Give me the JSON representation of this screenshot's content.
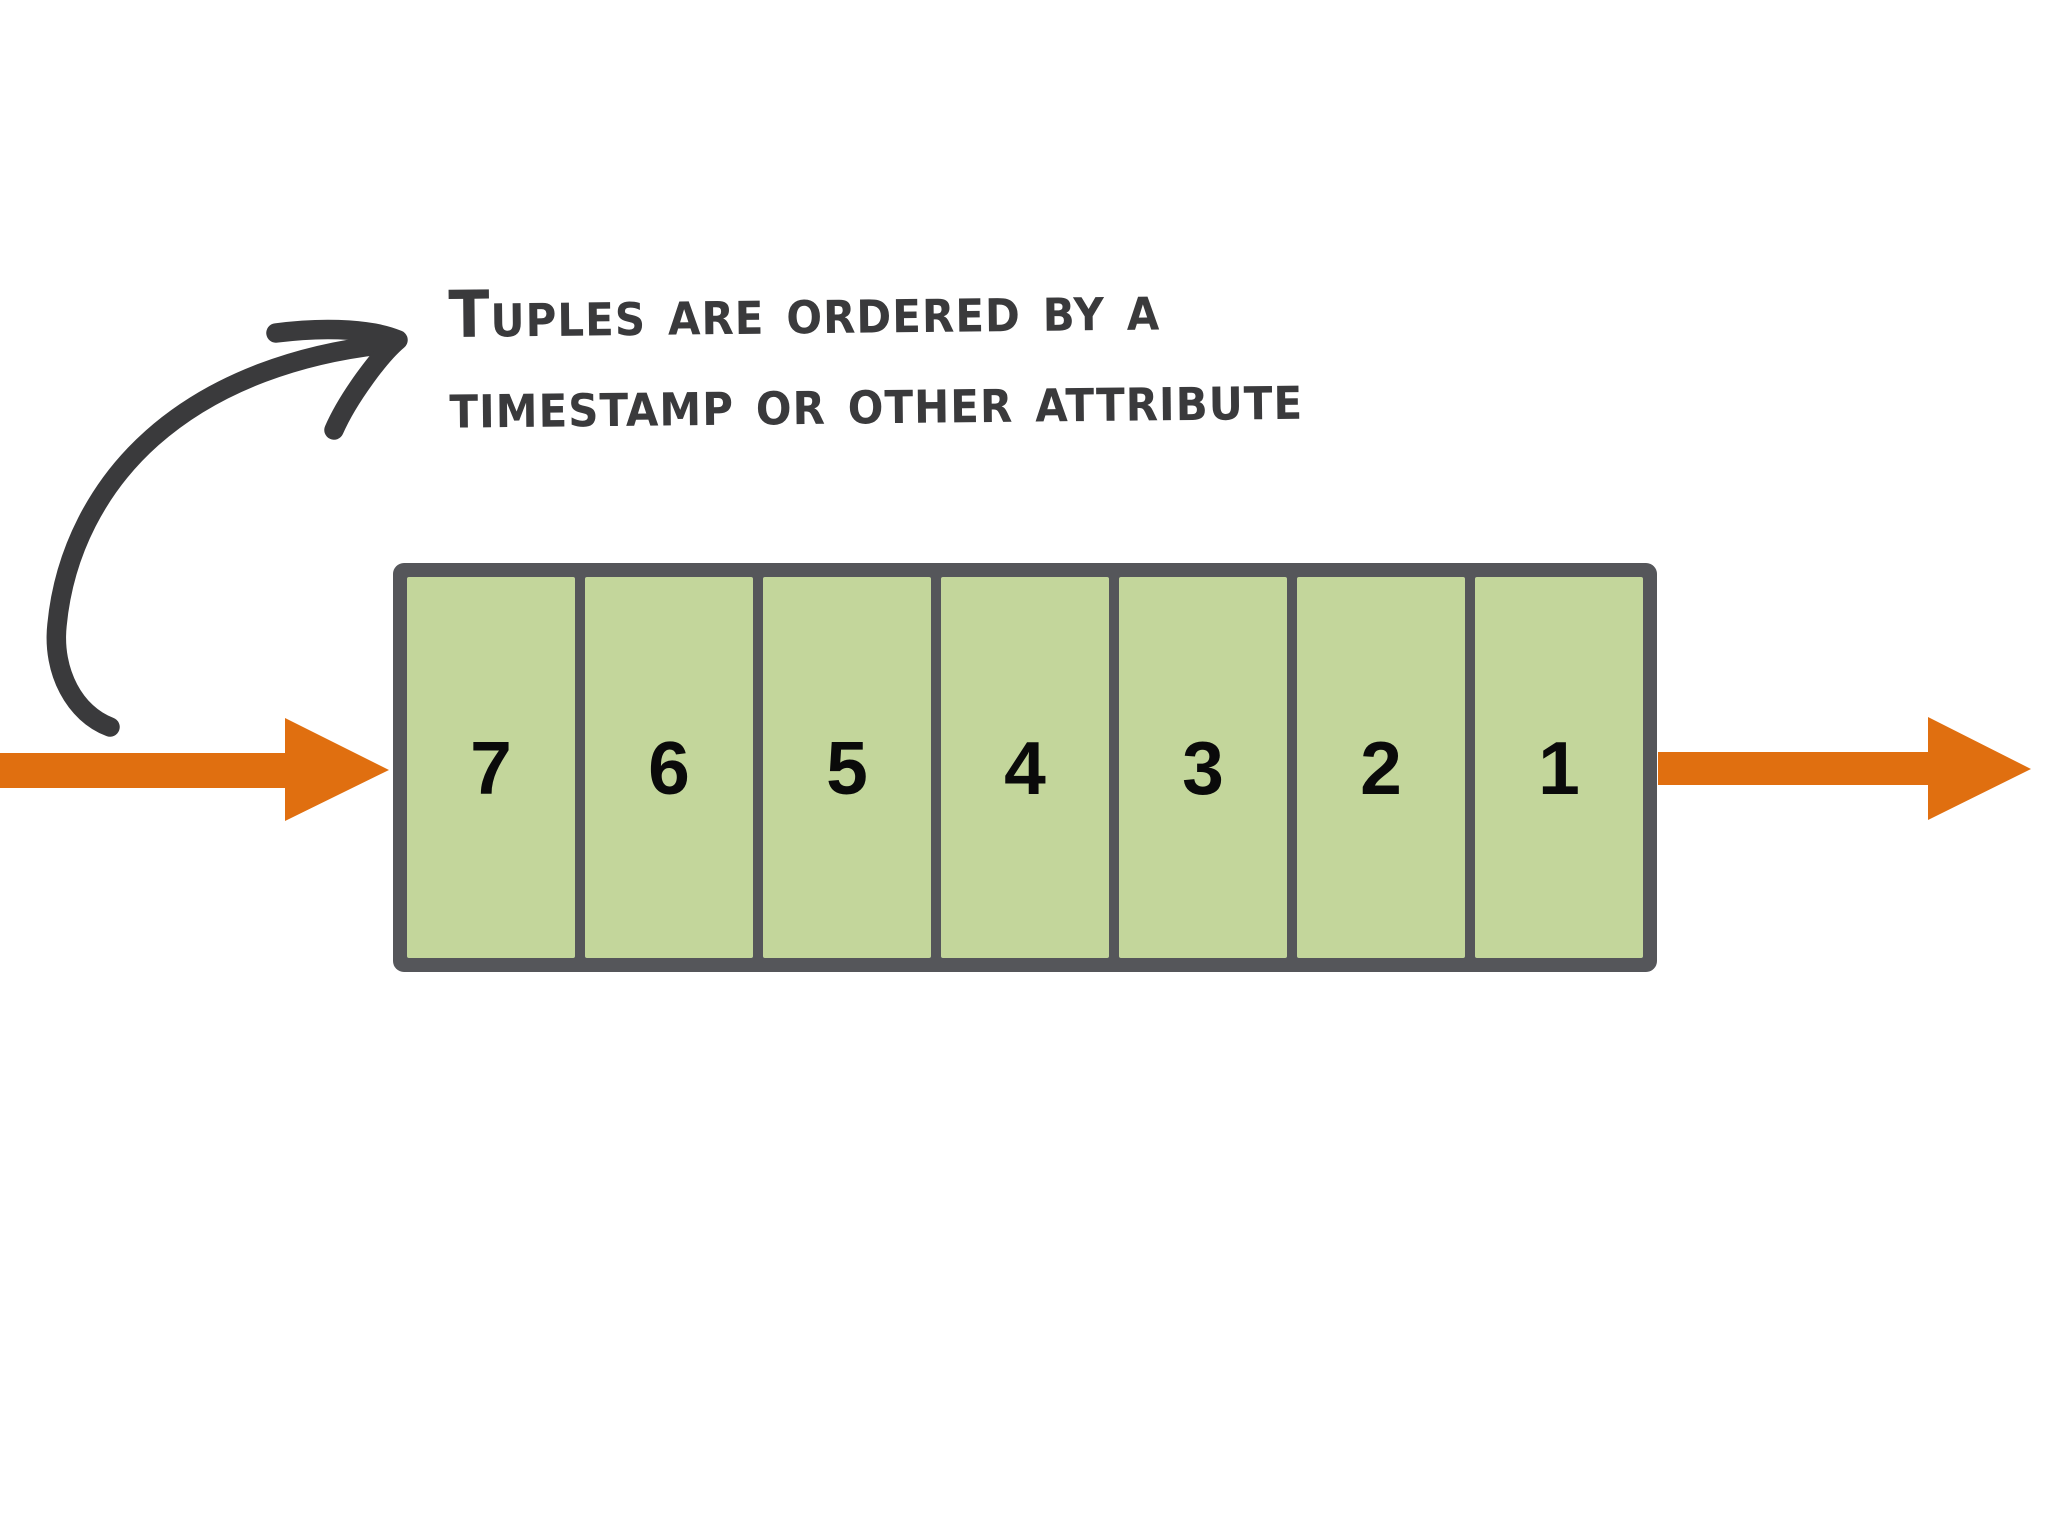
{
  "diagram": {
    "annotation": {
      "line1": "Tuples are ordered by a",
      "line2": "timestamp or other attribute"
    },
    "queue_cells": [
      "7",
      "6",
      "5",
      "4",
      "3",
      "2",
      "1"
    ],
    "icons": {
      "annotation_arrow": "curved-arrow-up-right",
      "inflow": "arrow-right",
      "outflow": "arrow-right"
    },
    "colors": {
      "accent_orange": "#e06f10",
      "cell_green": "#c3d69b",
      "frame_gray": "#55565a",
      "ink_dark": "#3a3a3c",
      "bg_white": "#ffffff"
    }
  }
}
